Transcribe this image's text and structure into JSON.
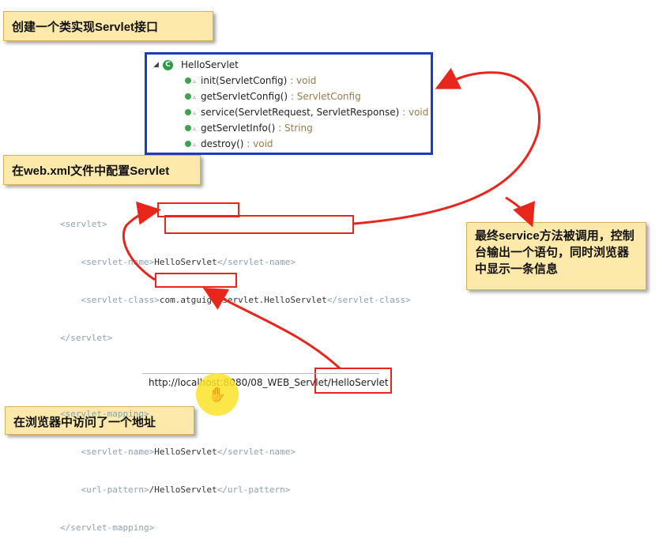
{
  "callouts": {
    "top": "创建一个类实现Servlet接口",
    "webxml": "在web.xml文件中配置Servlet",
    "browser": "在浏览器中访问了一个地址",
    "service": "最终service方法被调用，控制台输出一个语句，同时浏览器中显示一条信息"
  },
  "outline": {
    "class_name": "HelloServlet",
    "class_icon": "C",
    "methods": [
      {
        "sig": "init(ServletConfig)",
        "ret": ": void"
      },
      {
        "sig": "getServletConfig()",
        "ret": ": ServletConfig"
      },
      {
        "sig": "service(ServletRequest, ServletResponse)",
        "ret": ": void"
      },
      {
        "sig": "getServletInfo()",
        "ret": ": String"
      },
      {
        "sig": "destroy()",
        "ret": ": void"
      }
    ]
  },
  "xml": {
    "line1": "<servlet>",
    "l2_pre": "    <servlet-name>",
    "l2_name": "HelloServlet",
    "l2_post": "</servlet-name>",
    "l3_pre": "    <servlet-class>",
    "l3_name": "com.atguigu.servlet.HelloServlet",
    "l3_post": "</servlet-class>",
    "line4": "</servlet>",
    "line6": "<servlet-mapping>",
    "l7_pre": "    <servlet-name>",
    "l7_name": "HelloServlet",
    "l7_post": "</servlet-name>",
    "l8_pre": "    <url-pattern>",
    "l8_name": "/HelloServlet",
    "l8_post": "</url-pattern>",
    "line9": "</servlet-mapping>"
  },
  "browser": {
    "url_prefix": "http://localhost:8080/08_WEB_Servlet",
    "url_path": "/HelloServlet"
  },
  "colors": {
    "callout_bg": "#fde9a9",
    "highlight_red": "#e8261b",
    "panel_border": "#1f3bbf"
  }
}
